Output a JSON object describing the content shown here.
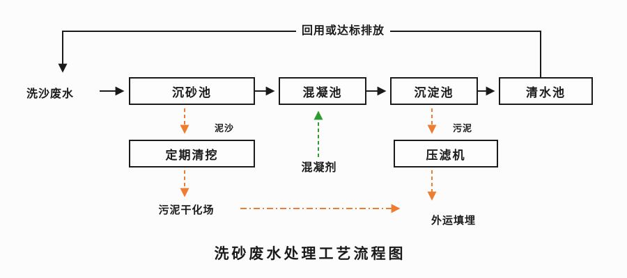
{
  "diagram": {
    "title": "洗砂废水处理工艺流程图",
    "top_label": "回用或达标排放",
    "source_label": "洗沙废水",
    "process_boxes": {
      "grit_chamber": "沉砂池",
      "coagulation_tank": "混凝池",
      "sedimentation_tank": "沉淀池",
      "clear_water_tank": "清水池"
    },
    "side_boxes": {
      "periodic_dredging": "定期清挖",
      "filter_press": "压滤机"
    },
    "flow_labels": {
      "sediment": "泥沙",
      "sludge": "污泥",
      "coagulant": "混凝剂",
      "sludge_drying_field": "污泥干化场",
      "offsite_landfill": "外运填埋"
    },
    "colors": {
      "main_line": "#1a1a1a",
      "sludge_arrow": "#ed7d31",
      "coagulant_arrow": "#2e9b32",
      "background": "#fcfcfc"
    }
  }
}
